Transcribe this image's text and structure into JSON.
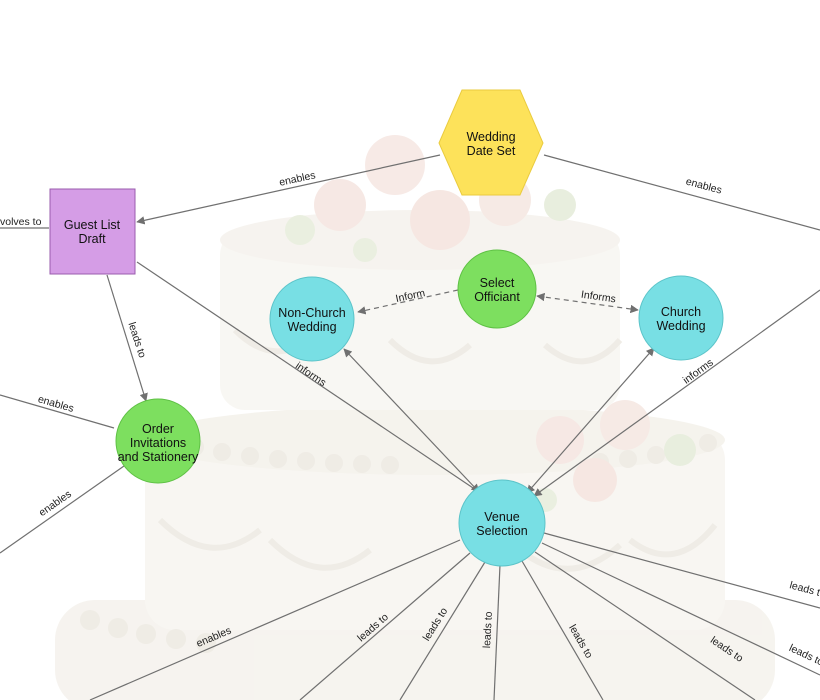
{
  "colors": {
    "hexagon": "#fde25a",
    "square": "#d59de6",
    "green": "#7ddf5f",
    "cyan": "#78dfe4",
    "edge": "#707070",
    "cake_layer": "#f2efe8",
    "cake_pearl": "#e5e1d7"
  },
  "background": {
    "image": "wedding-cake-illustration"
  },
  "nodes": {
    "wedding_date_set": {
      "line1": "Wedding",
      "line2": "Date Set"
    },
    "guest_list_draft": {
      "line1": "Guest List",
      "line2": "Draft"
    },
    "select_officiant": {
      "line1": "Select",
      "line2": "Officiant"
    },
    "non_church_wedding": {
      "line1": "Non-Church",
      "line2": "Wedding"
    },
    "church_wedding": {
      "line1": "Church",
      "line2": "Wedding"
    },
    "order_invitations": {
      "line1": "Order",
      "line2": "Invitations",
      "line3": "and Stationery"
    },
    "venue_selection": {
      "line1": "Venue",
      "line2": "Selection"
    }
  },
  "edges": {
    "evolves_to": "volves to",
    "date_to_guest": "enables",
    "date_to_right": "enables",
    "guest_leads_to": "leads to",
    "guest_informs": "informs",
    "left_enables_top": "enables",
    "left_enables_bottom": "enables",
    "officiant_inform": "Inform",
    "officiant_informs": "Informs",
    "right_informs": "informs",
    "venue_enables": "enables",
    "venue_leads_1": "leads to",
    "venue_leads_2": "leads to",
    "venue_leads_3": "leads to",
    "venue_leads_4": "leads to",
    "venue_leads_5": "leads to",
    "venue_leads_6": "leads to",
    "venue_leads_7": "leads t"
  }
}
